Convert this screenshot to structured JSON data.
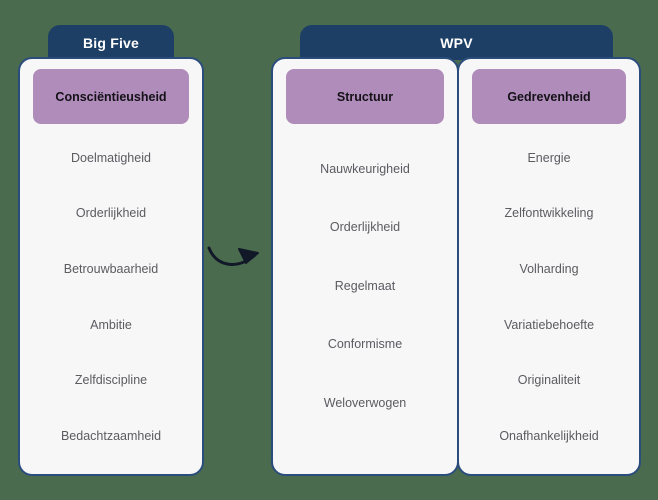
{
  "background_color": "#4b6b4e",
  "accent_colors": {
    "tab_navy": "#1d3f66",
    "card_border": "#2b4d7c",
    "card_fill": "#f7f7f8",
    "trait_purple": "#b08cba",
    "facet_text": "#5b5b60"
  },
  "groups": [
    {
      "id": "big-five",
      "label": "Big Five"
    },
    {
      "id": "wpv",
      "label": "WPV"
    }
  ],
  "columns": [
    {
      "id": "conscientieusheid",
      "group": "big-five",
      "trait": "Consciëntieusheid",
      "facets": [
        "Doelmatigheid",
        "Orderlijkheid",
        "Betrouwbaarheid",
        "Ambitie",
        "Zelfdiscipline",
        "Bedachtzaamheid"
      ]
    },
    {
      "id": "structuur",
      "group": "wpv",
      "trait": "Structuur",
      "facets": [
        "Nauwkeurigheid",
        "Orderlijkheid",
        "Regelmaat",
        "Conformisme",
        "Weloverwogen"
      ]
    },
    {
      "id": "gedrevenheid",
      "group": "wpv",
      "trait": "Gedrevenheid",
      "facets": [
        "Energie",
        "Zelfontwikkeling",
        "Volharding",
        "Variatiebehoefte",
        "Originaliteit",
        "Onafhankelijkheid"
      ]
    }
  ],
  "connector": {
    "id": "bigfive-to-wpv-arrow",
    "from": "conscientieusheid",
    "to": "structuur",
    "style": "curved-arrow",
    "color": "#111827"
  }
}
